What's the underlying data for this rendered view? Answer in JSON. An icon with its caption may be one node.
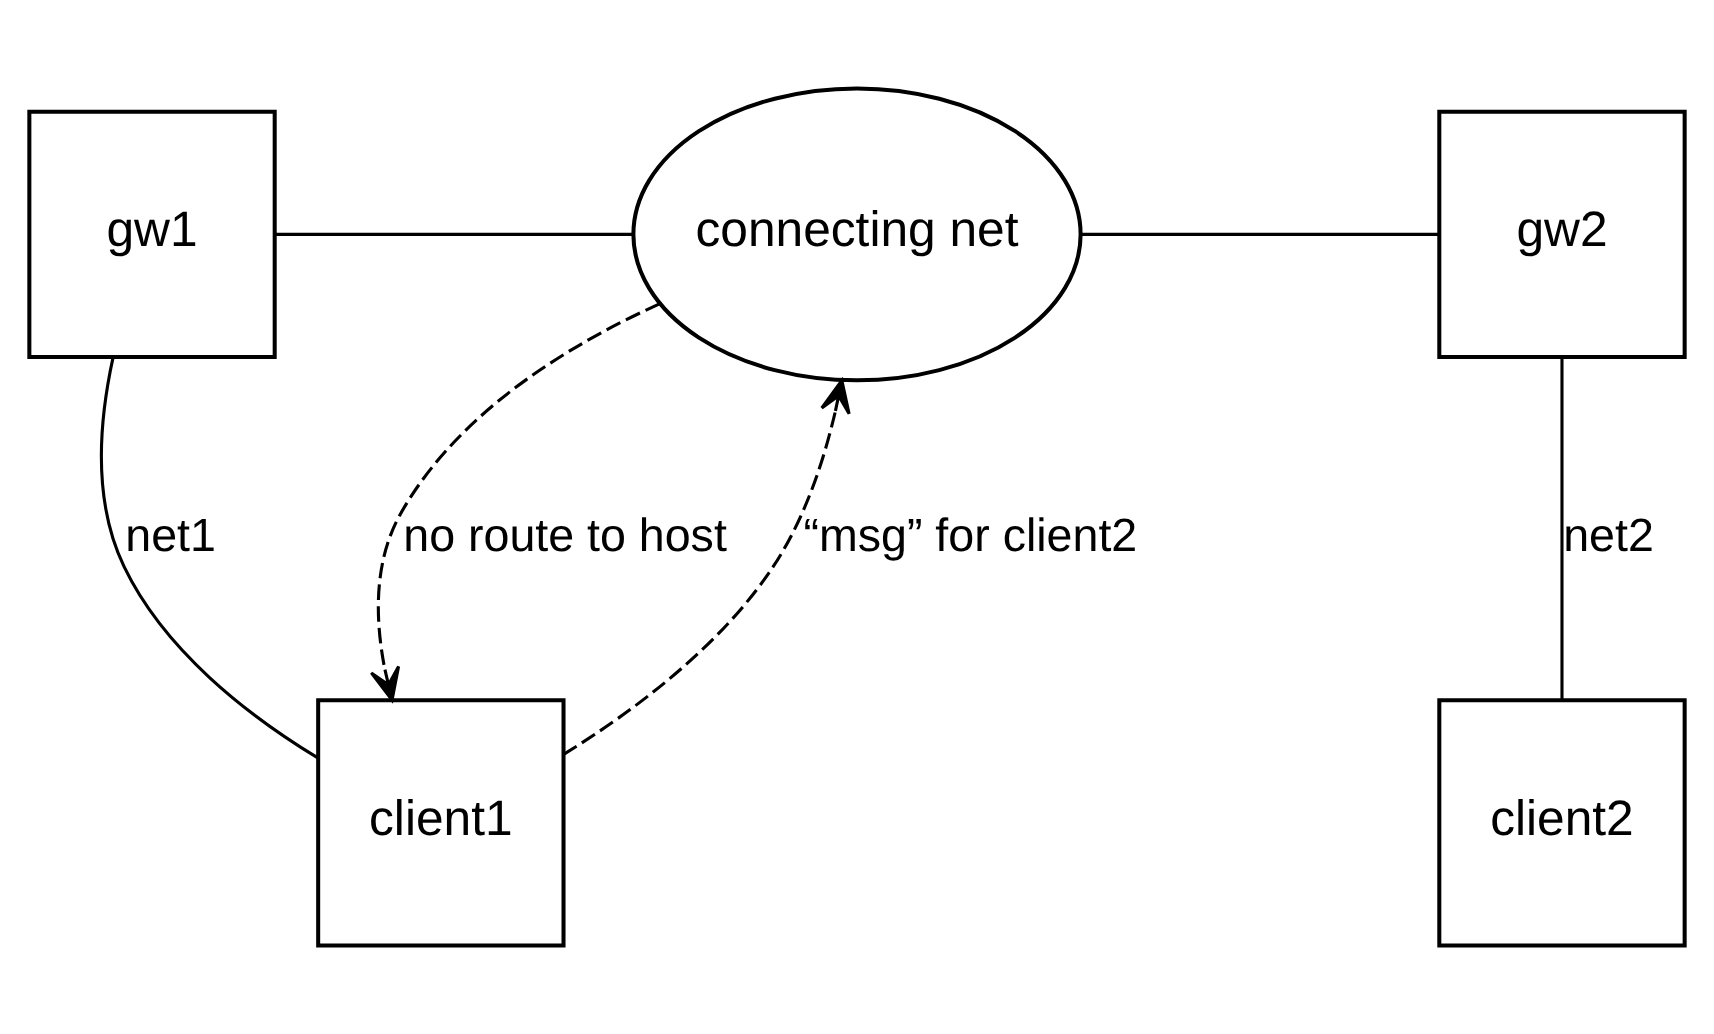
{
  "diagram": {
    "nodes": [
      {
        "text": [
          "gw1"
        ]
      },
      {
        "text": [
          "connecting net"
        ]
      },
      {
        "text": [
          "gw2"
        ]
      },
      {
        "text": [
          "client1"
        ]
      },
      {
        "text": [
          "client2"
        ]
      }
    ],
    "edges": [
      {
        "from": 0,
        "to": 1,
        "arrow": "none"
      },
      {
        "from": 1,
        "to": 2,
        "arrow": "none"
      },
      {
        "from": 0,
        "to": 3,
        "arrow": "none",
        "label": "net1"
      },
      {
        "from": 2,
        "to": 4,
        "arrow": "none",
        "label": "net2"
      },
      {
        "from": 3,
        "to": 1,
        "arrow": "to",
        "style": "dashed",
        "label": "“msg” for client2"
      },
      {
        "from": 1,
        "to": 3,
        "arrow": "to",
        "style": "dashed",
        "label": "no route to host"
      }
    ]
  }
}
